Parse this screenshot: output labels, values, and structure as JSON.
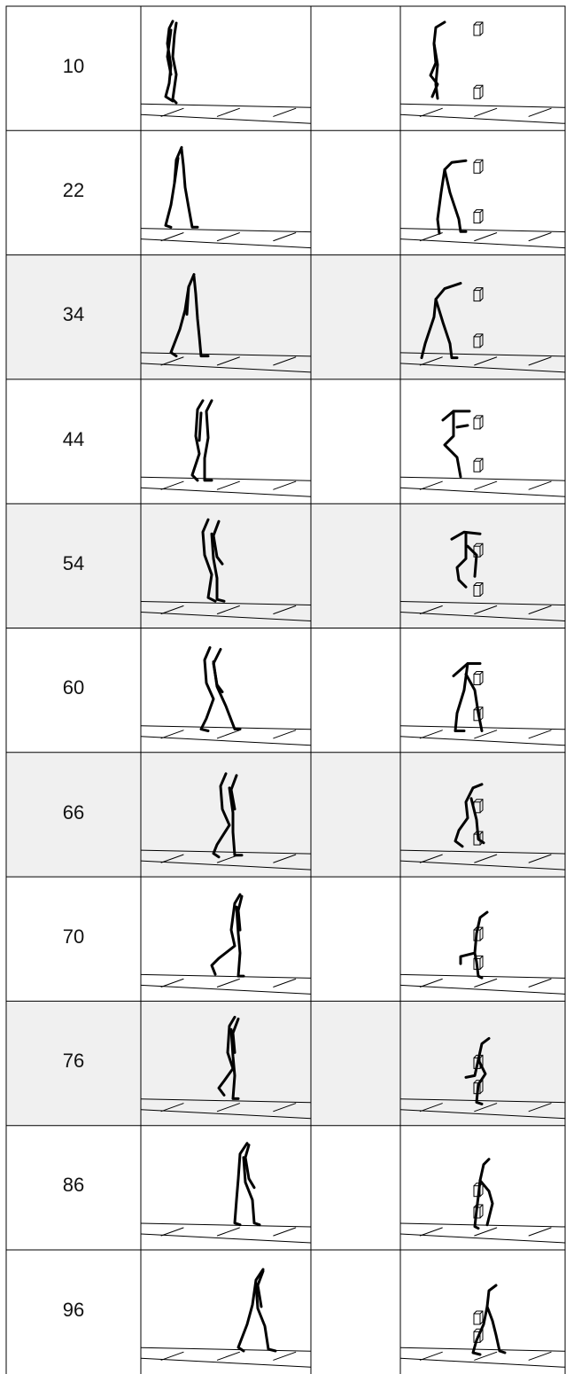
{
  "rows": [
    {
      "frame": "10",
      "shaded": false
    },
    {
      "frame": "22",
      "shaded": false
    },
    {
      "frame": "34",
      "shaded": true
    },
    {
      "frame": "44",
      "shaded": false
    },
    {
      "frame": "54",
      "shaded": true
    },
    {
      "frame": "60",
      "shaded": false
    },
    {
      "frame": "66",
      "shaded": true
    },
    {
      "frame": "70",
      "shaded": false
    },
    {
      "frame": "76",
      "shaded": true
    },
    {
      "frame": "86",
      "shaded": false
    },
    {
      "frame": "96",
      "shaded": false
    }
  ],
  "colors": {
    "shaded_row": "#f0f0f0",
    "grid_line": "#000000",
    "figure": "#000000"
  }
}
